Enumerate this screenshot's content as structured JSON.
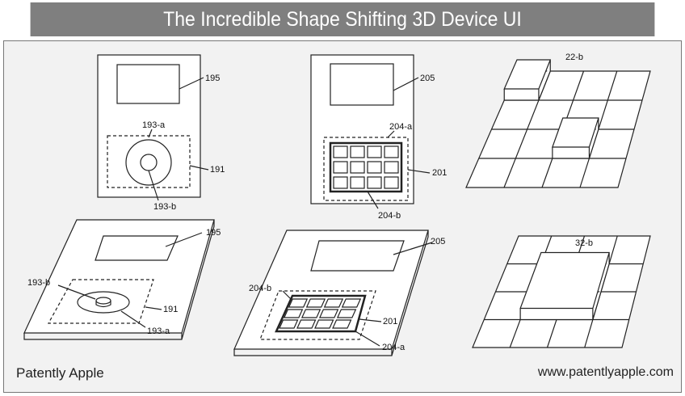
{
  "header": {
    "title": "The Incredible Shape Shifting 3D Device UI"
  },
  "footer": {
    "left": "Patently Apple",
    "right": "www.patentlyapple.com"
  },
  "figures": {
    "fig1": {
      "screen": "195",
      "wheel_outer": "193-a",
      "region": "191",
      "wheel_inner": "193-b"
    },
    "fig2": {
      "screen": "205",
      "keypad": "204-a",
      "region": "201",
      "key": "204-b"
    },
    "fig3": {
      "raised_block": "22-b"
    },
    "fig4": {
      "screen": "195",
      "wheel_inner": "193-b",
      "region": "191",
      "wheel_outer": "193-a"
    },
    "fig5": {
      "screen": "205",
      "key": "204-b",
      "region": "201",
      "keypad": "204-a"
    },
    "fig6": {
      "raised_block": "32-b"
    }
  }
}
